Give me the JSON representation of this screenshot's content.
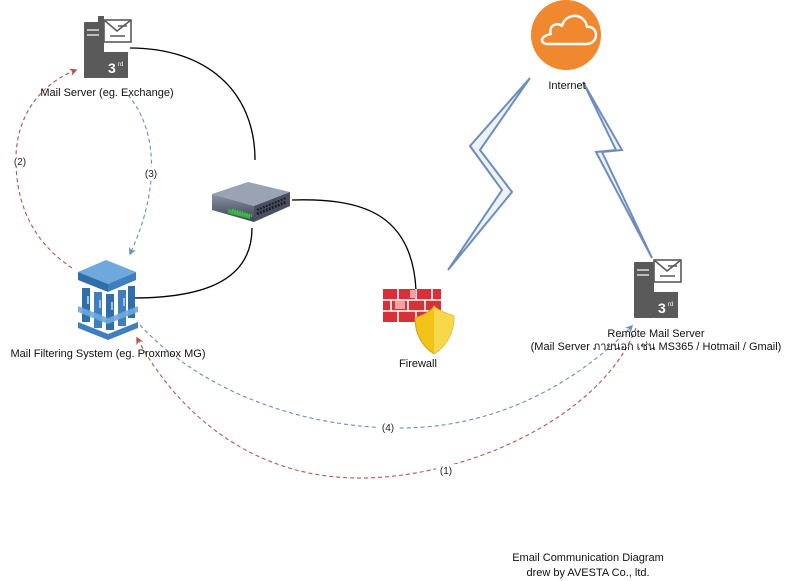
{
  "nodes": {
    "mail_server": {
      "label": "Mail Server (eg. Exchange)",
      "badge": "3",
      "badge_sup": "rd"
    },
    "filter": {
      "label": "Mail Filtering System (eg. Proxmox MG)"
    },
    "switch": {},
    "firewall": {
      "label": "Firewall"
    },
    "internet": {
      "label": "Internet"
    },
    "remote_server": {
      "label": "Remote Mail Server",
      "sublabel": "(Mail Server ภายนอก เช่น MS365 / Hotmail / Gmail)",
      "badge": "3",
      "badge_sup": "rd"
    }
  },
  "flows": [
    {
      "label": "(1)",
      "color": "#b85450"
    },
    {
      "label": "(2)",
      "color": "#b85450"
    },
    {
      "label": "(3)",
      "color": "#6c8ebf"
    },
    {
      "label": "(4)",
      "color": "#6c8ebf"
    }
  ],
  "footer": {
    "line1": "Email Communication Diagram",
    "line2": "drew by AVESTA Co., ltd."
  },
  "colors": {
    "inbound_flow": "#b85450",
    "outbound_flow": "#6c8ebf",
    "internet_cloud": "#f08830",
    "filter_blue": "#3f7fbf",
    "firewall_red": "#d6303a",
    "shield_yellow": "#f2c318",
    "lightning": "#6c8ebf",
    "server_gray": "#5a5a5a"
  }
}
